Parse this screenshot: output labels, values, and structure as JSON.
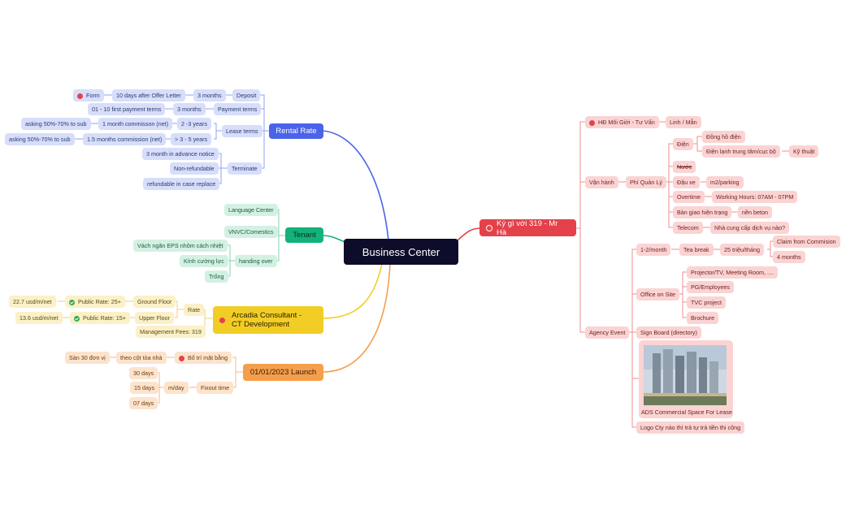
{
  "center": "Business Center",
  "colors": {
    "blue": "#4a63e8",
    "green": "#12b27a",
    "yellow": "#f2cd26",
    "orange": "#f59f4c",
    "red": "#e5414a",
    "center": "#0d0c2a"
  },
  "rental": {
    "title": "Rental Rate",
    "deposit": "Deposit",
    "dep_3months": "3 months",
    "dep_10days": "10 days after Offer Letter",
    "dep_form": "Form",
    "payment": "Payment terms",
    "pay_3months": "3 months",
    "pay_first": "01 - 10 first payment terms",
    "lease": "Lease terms",
    "lease_23": "2 -3 years",
    "lease_23_comm": "1 month commisson (net)",
    "lease_23_sub": "asking 50%-70% to sub",
    "lease_35": "> 3 - 5 years",
    "lease_35_comm": "1.5 months commission (net)",
    "lease_35_sub": "asking 50%-70% to sub",
    "terminate": "Terminate",
    "term_notice": "3 month in advance notice",
    "term_nonref": "Non-refundable",
    "term_ref": "refundable in case replace"
  },
  "tenant": {
    "title": "Tenant",
    "lang": "Language Center",
    "vnvc": "VNVC/Comestics",
    "handing": "handing over",
    "vach": "Vách ngăn EPS nhôm cách nhiệt",
    "kinh": "Kính cường lực",
    "trong": "Trống"
  },
  "arcadia": {
    "title": "Arcadia Consultant - CT Development",
    "rate": "Rate",
    "ground": "Ground Floor",
    "ground_pub": "Public Rate: 25+",
    "ground_net": "22.7 usd/m/net",
    "upper": "Upper Floor",
    "upper_pub": "Public Rate: 15+",
    "upper_net": "13.6 usd/m/net",
    "mgmt": "Management Fees: 319"
  },
  "launch": {
    "title": "01/01/2023 Launch",
    "bo_tri": "Bố trí mặt bằng",
    "theo_cot": "theo cột tòa nhà",
    "san30": "Sàn 30 đơn vị",
    "fixout": "Fixout time",
    "mday": "m/day",
    "d30": "30 days",
    "d15": "15 days",
    "d07": "07 days"
  },
  "mrha": {
    "title": "Ký gì với 319 - Mr Hà",
    "hd": "HĐ Môi Giới - Tư Vấn",
    "linh": "Linh / Mẫn",
    "van_hanh": "Vận hành",
    "phi_ql": "Phí Quản Lý",
    "dien": "Điện",
    "dong_ho": "Đồng hồ điện",
    "dien_lanh": "Điện lạnh trung tâm/cục bộ",
    "ky_thuat": "Kỹ thuật",
    "nuoc": "Nước",
    "dau_xe": "Đậu xe",
    "m2_parking": "m2/parking",
    "overtime": "Overtime",
    "working": "Working Hours: 07AM - 07PM",
    "ban_giao": "Bàn giao hiện trạng",
    "nen_beton": "nền beton",
    "telecom": "Telecom",
    "nha_cung": "Nhà cung cấp dịch vụ nào?",
    "agency": "Agency Event",
    "per_month": "1-2/month",
    "tea_break": "Tea break",
    "trieu": "25 triệu/tháng",
    "claim": "Claim from Commision",
    "four_months": "4 months",
    "office": "Office on Site",
    "projector": "Projector/TV, Meeting Room, ....",
    "pg": "PG/Employees",
    "tvc": "TVC project",
    "brochure": "Brochure",
    "sign": "Sign Board (directory)",
    "ads": "ADS Commercial Space For Lease",
    "logo": "Logo Cty nào thì trả tự trả tiền thi công"
  }
}
